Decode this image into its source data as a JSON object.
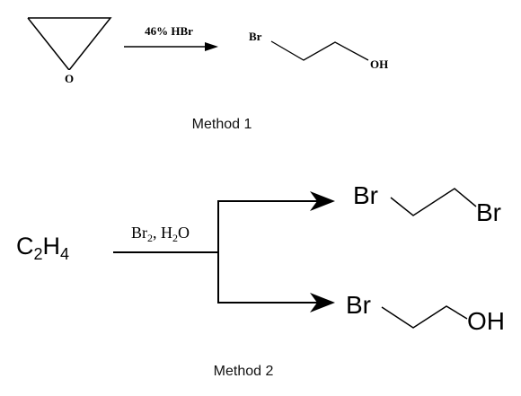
{
  "method1": {
    "reagent": "46% HBr",
    "reactant_atom_o": "O",
    "product_br": "Br",
    "product_oh": "OH",
    "caption": "Method 1"
  },
  "method2": {
    "reactant_c": "C",
    "reactant_c_sub": "2",
    "reactant_h": "H",
    "reactant_h_sub": "4",
    "reagent_br": "Br",
    "reagent_br_sub": "2",
    "reagent_sep": ", ",
    "reagent_h": "H",
    "reagent_h_sub": "2",
    "reagent_o": "O",
    "product1_br_left": "Br",
    "product1_br_right": "Br",
    "product2_br": "Br",
    "product2_oh": "OH",
    "caption": "Method 2"
  }
}
